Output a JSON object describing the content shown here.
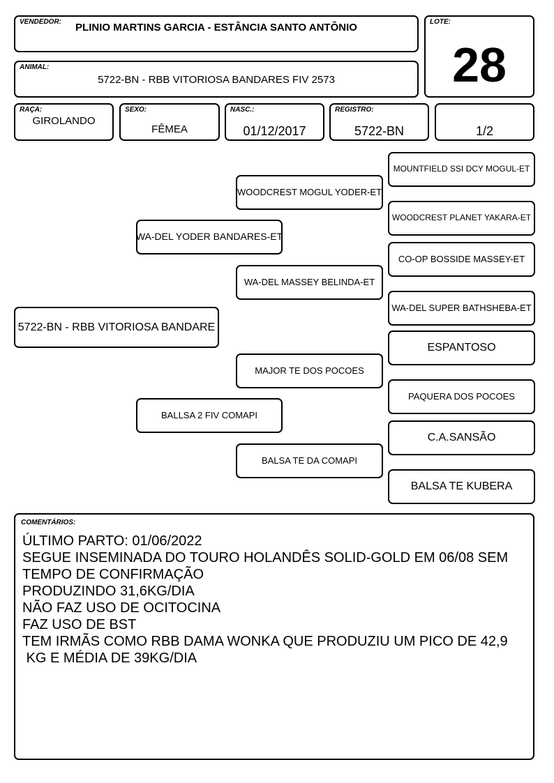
{
  "header": {
    "vendedor_label": "VENDEDOR:",
    "vendedor": "PLINIO MARTINS GARCIA - ESTÂNCIA SANTO ANTÔNIO",
    "animal_label": "ANIMAL:",
    "animal": "5722-BN - RBB VITORIOSA BANDARES FIV 2573",
    "lote_label": "LOTE:",
    "lote": "28"
  },
  "info": {
    "raca_label": "RAÇA:",
    "raca": "GIROLANDO",
    "sexo_label": "SEXO:",
    "sexo": "FÊMEA",
    "nasc_label": "NASC.:",
    "nasc": "01/12/2017",
    "registro_label": "REGISTRO:",
    "registro": "5722-BN",
    "page": "1/2"
  },
  "pedigree": {
    "animal": "5722-BN - RBB VITORIOSA BANDARE",
    "sire": "WA-DEL YODER BANDARES-ET",
    "dam": "BALLSA 2 FIV COMAPI",
    "sire_sire": "WOODCREST MOGUL YODER-ET",
    "sire_dam": "WA-DEL MASSEY BELINDA-ET",
    "dam_sire": "MAJOR TE DOS POCOES",
    "dam_dam": "BALSA TE DA COMAPI",
    "sss": "MOUNTFIELD SSI DCY MOGUL-ET",
    "ssd": "WOODCREST PLANET YAKARA-ET",
    "sds": "CO-OP BOSSIDE MASSEY-ET",
    "sdd": "WA-DEL SUPER BATHSHEBA-ET",
    "dss": "ESPANTOSO",
    "dsd": "PAQUERA DOS POCOES",
    "dds": "C.A.SANSÃO",
    "ddd": "BALSA TE KUBERA"
  },
  "comments": {
    "label": "COMENTÁRIOS:",
    "text": "ÚLTIMO PARTO: 01/06/2022\nSEGUE INSEMINADA DO TOURO HOLANDÊS SOLID-GOLD EM 06/08 SEM\nTEMPO DE CONFIRMAÇÃO\nPRODUZINDO 31,6KG/DIA\nNÃO FAZ USO DE OCITOCINA\nFAZ USO DE BST\nTEM IRMÃS COMO RBB DAMA WONKA QUE PRODUZIU UM PICO DE 42,9\n KG E MÉDIA DE 39KG/DIA"
  }
}
